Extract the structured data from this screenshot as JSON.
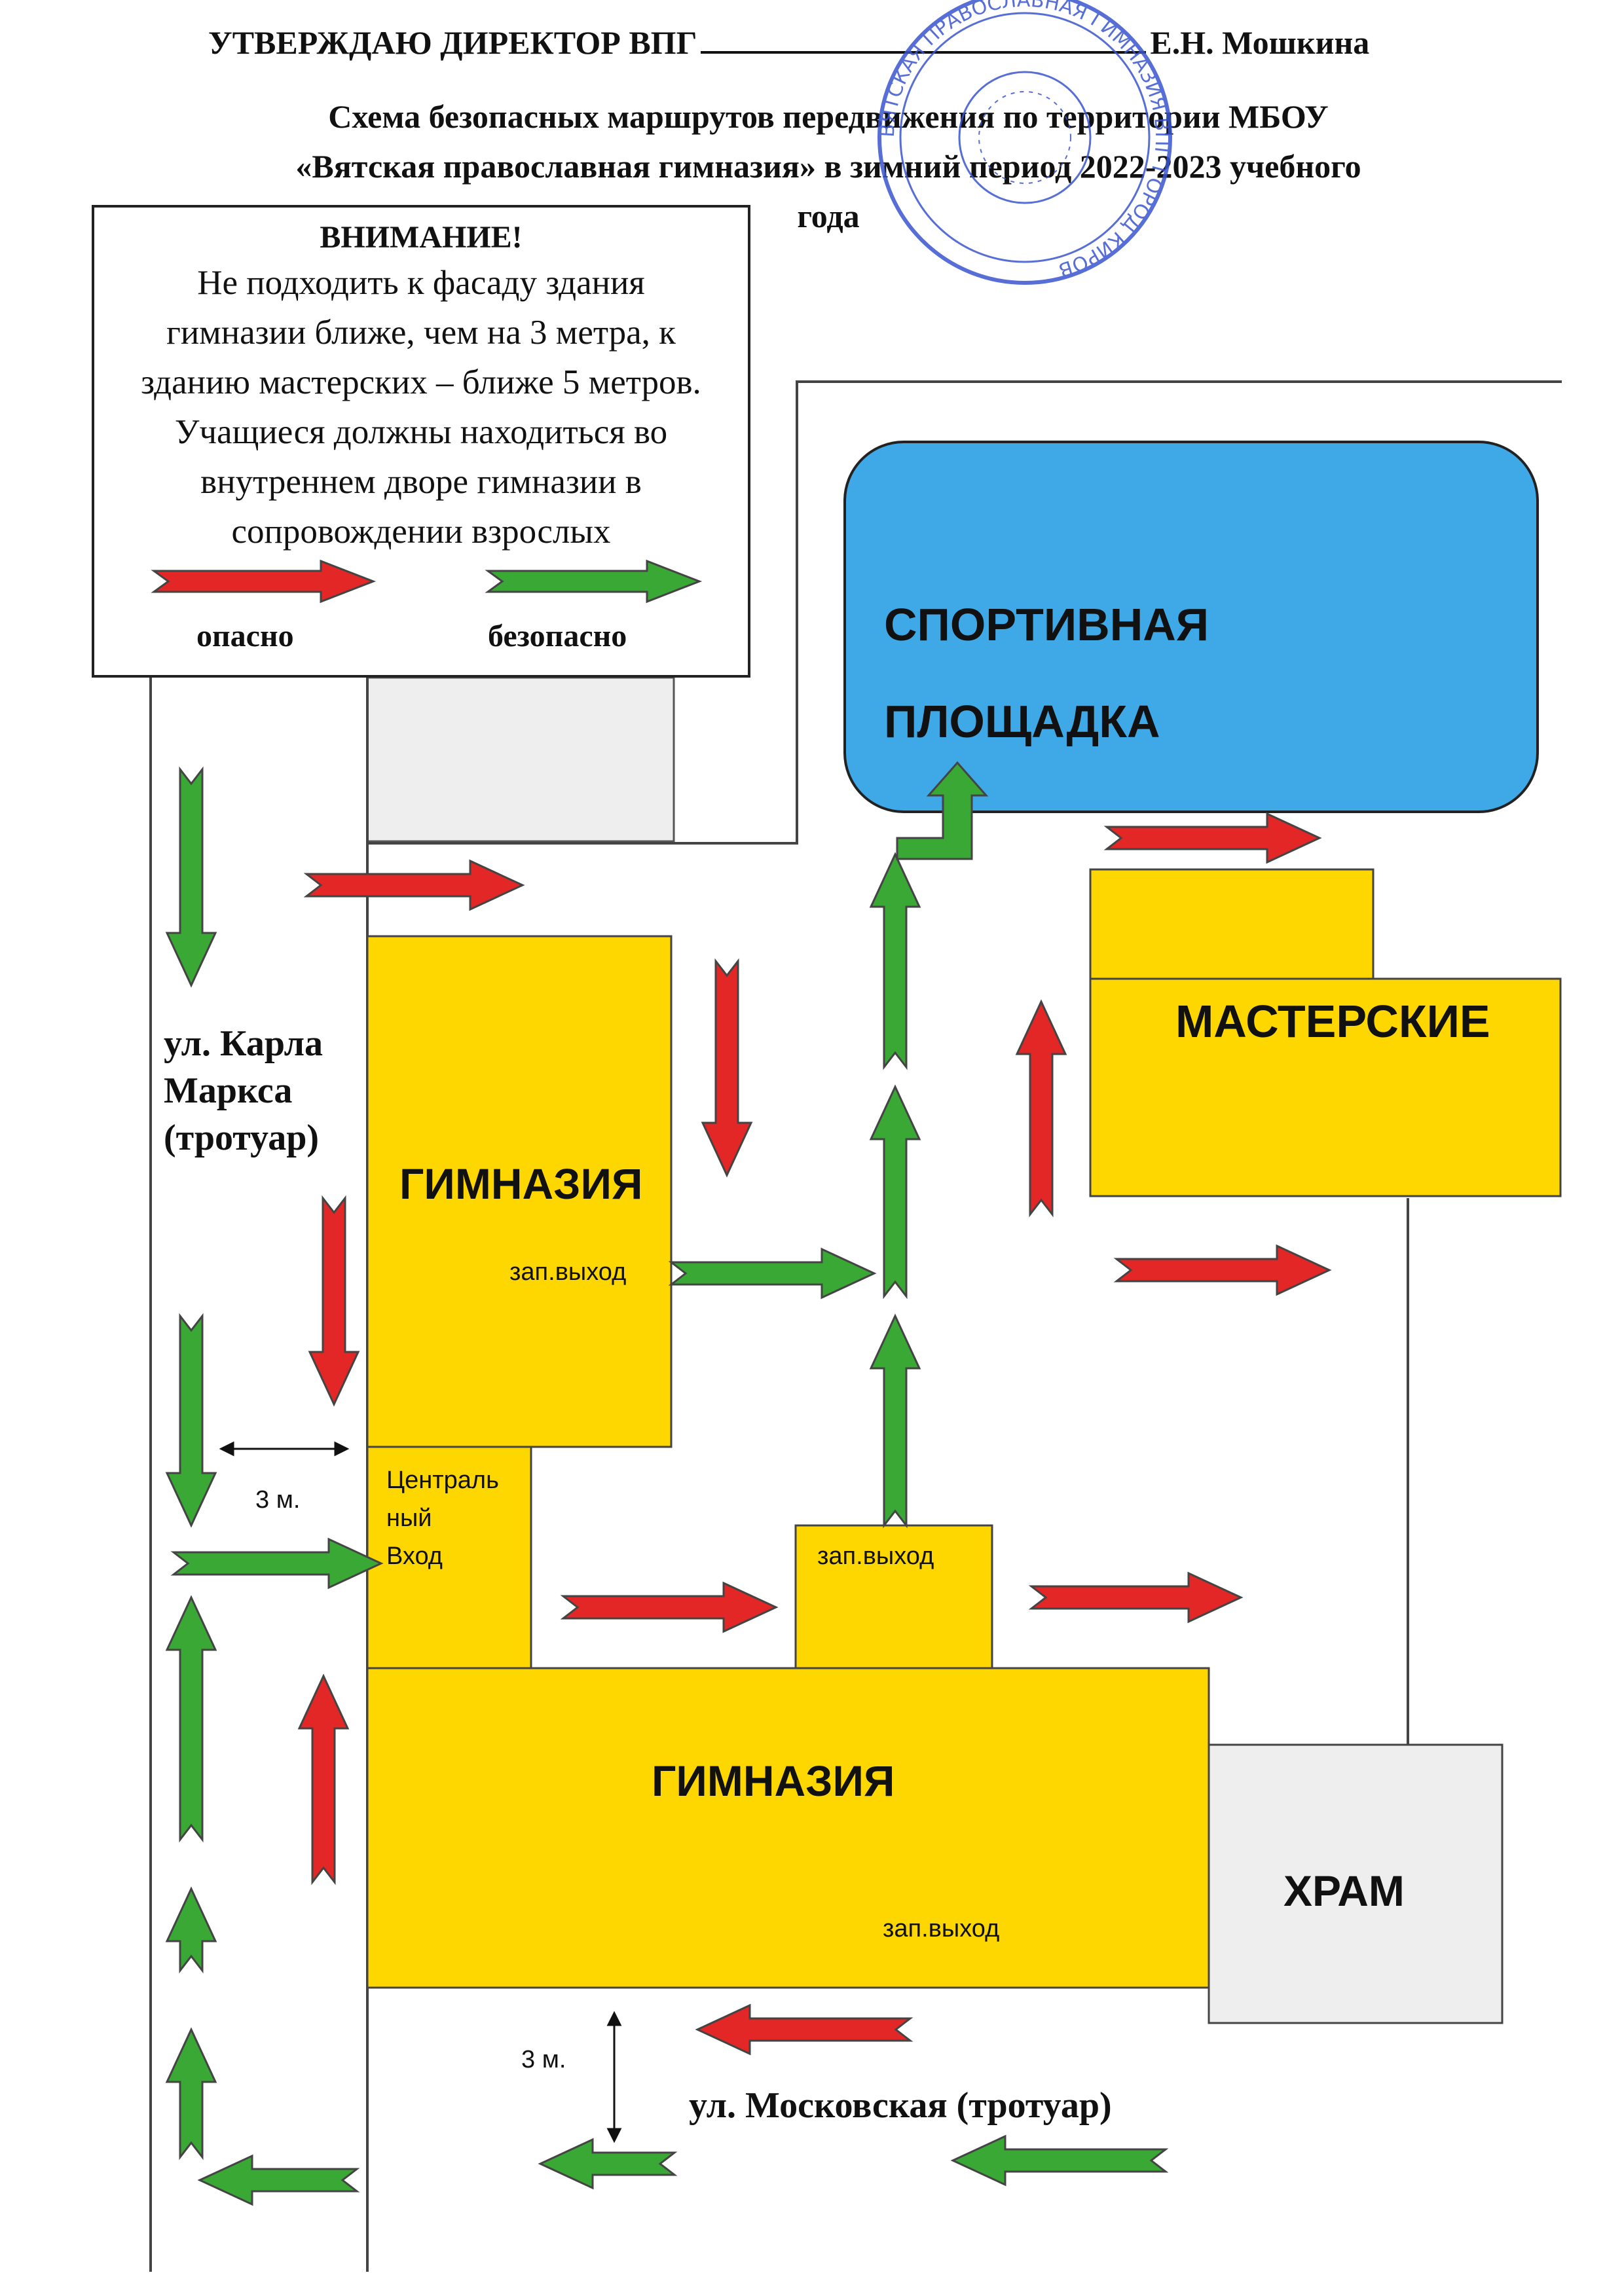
{
  "header": {
    "approve_text": "УТВЕРЖДАЮ ДИРЕКТОР ВПГ",
    "director_name": "Е.Н. Мошкина"
  },
  "title": {
    "line1": "Схема безопасных маршрутов передвижения по территории МБОУ",
    "line2": "«Вятская православная гимназия» в зимний период 2022-2023 учебного",
    "line3": "года"
  },
  "notice": {
    "heading": "ВНИМАНИЕ!",
    "lines": [
      "Не подходить к фасаду здания",
      "гимназии ближе, чем на 3 метра, к",
      "зданию мастерских – ближе 5 метров.",
      "Учащиеся должны находиться во",
      "внутреннем дворе гимназии в",
      "сопровождении взрослых"
    ],
    "legend_danger": "опасно",
    "legend_safe": "безопасно"
  },
  "map": {
    "sports_ground": [
      "СПОРТИВНАЯ",
      "ПЛОЩАДКА"
    ],
    "workshops": "МАСТЕРСКИЕ",
    "gymnasium_upper": "ГИМНАЗИЯ",
    "gymnasium_lower": "ГИМНАЗИЯ",
    "temple": "ХРАМ",
    "emergency_exit": "зап.выход",
    "main_entrance": [
      "Централь",
      "ный",
      "Вход"
    ],
    "distance_label": "3 м.",
    "street_west": [
      "ул. Карла",
      "Маркса",
      "(тротуар)"
    ],
    "street_south": "ул. Московская (тротуар)"
  },
  "stamp": {
    "text": "ВЯТСКАЯ ПРАВОСЛАВНАЯ ГИМНАЗИЯ ВПГ ГОРОД КИРОВ"
  },
  "colors": {
    "danger_arrow": "#e32626",
    "safe_arrow": "#3aa835",
    "building": "#ffd700",
    "sports_ground": "#3fa9e8",
    "temple": "#eeeeee",
    "stamp": "#3a55d0"
  }
}
